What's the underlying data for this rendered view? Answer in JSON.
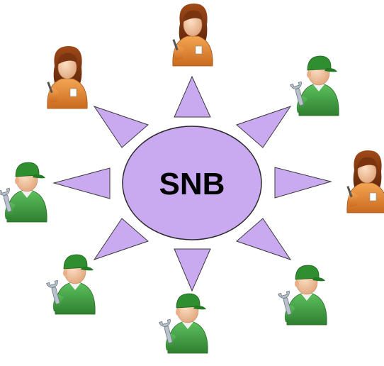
{
  "hub": {
    "label": "SNB",
    "fill": "#c9a9f0",
    "stroke": "#2b2b2b"
  },
  "ray_color": "#c9a9f0",
  "ray_stroke": "#3a3a3a",
  "ray_count": 8,
  "people": [
    {
      "role": "female-worker",
      "icon": "woman-worker-icon"
    },
    {
      "role": "male-mechanic",
      "icon": "mechanic-wrench-icon"
    },
    {
      "role": "female-worker",
      "icon": "woman-worker-icon"
    },
    {
      "role": "male-mechanic",
      "icon": "mechanic-wrench-icon"
    },
    {
      "role": "male-mechanic",
      "icon": "mechanic-wrench-icon"
    },
    {
      "role": "male-mechanic",
      "icon": "mechanic-wrench-icon"
    },
    {
      "role": "male-mechanic",
      "icon": "mechanic-wrench-icon"
    },
    {
      "role": "female-worker",
      "icon": "woman-worker-icon"
    }
  ],
  "colors": {
    "female_shirt": "#e8913a",
    "female_hair": "#7a3410",
    "male_shirt": "#3d9a3d",
    "male_cap": "#2f8f2f",
    "skin": "#f2c29a",
    "wrench": "#b8c2cc"
  }
}
